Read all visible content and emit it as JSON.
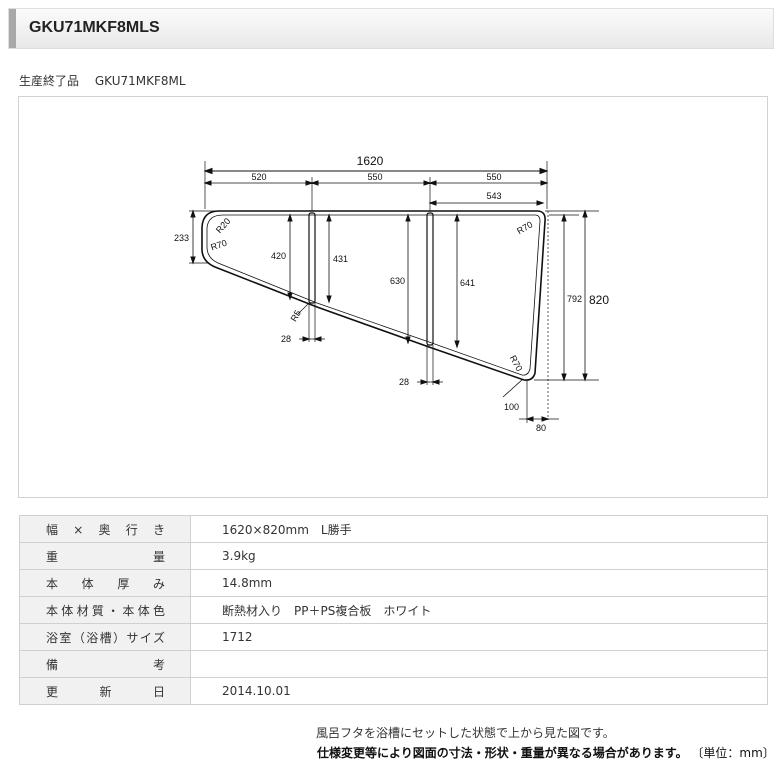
{
  "header": {
    "title": "GKU71MKF8MLS"
  },
  "subtitle": {
    "status": "生産終了品",
    "model": "GKU71MKF8ML"
  },
  "drawing": {
    "total_width": "1620",
    "seg_1": "520",
    "seg_2": "550",
    "seg_3": "550",
    "seg_3b": "543",
    "left_height": "233",
    "radius_top_left": "R20",
    "radius_inner_left": "R70",
    "radius_top_right": "R70",
    "radius_bottom_right": "R70",
    "radius_notch": "R5",
    "h1": "420",
    "h2": "431",
    "h3": "630",
    "h4": "641",
    "inner_depth": "792",
    "total_depth": "820",
    "frame_w1": "28",
    "frame_w2": "28",
    "corner_100": "100",
    "corner_80": "80"
  },
  "spec": {
    "rows": [
      {
        "label": "幅×奥行き",
        "value": "1620×820mm　L勝手"
      },
      {
        "label": "重量",
        "value": "3.9kg"
      },
      {
        "label": "本体厚み",
        "value": "14.8mm"
      },
      {
        "label": "本体材質・本体色",
        "value": "断熱材入り　PP＋PS複合板　ホワイト"
      },
      {
        "label": "浴室（浴槽）サイズ",
        "value": "1712"
      },
      {
        "label": "備考",
        "value": ""
      },
      {
        "label": "更新日",
        "value": "2014.10.01"
      }
    ]
  },
  "notes": {
    "line1": "風呂フタを浴槽にセットした状態で上から見た図です。",
    "line2_bold": "仕様変更等により図面の寸法・形状・重量が異なる場合があります。",
    "line2_tail": "〔単位：mm〕"
  }
}
